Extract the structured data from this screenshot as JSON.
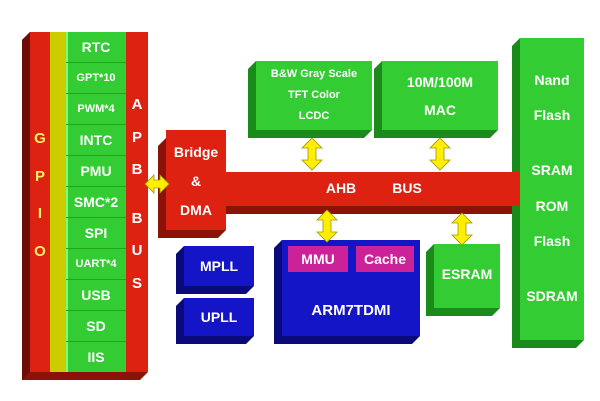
{
  "gpio": {
    "letters": [
      "G",
      "P",
      "I",
      "O"
    ]
  },
  "apb": {
    "letters": [
      "A",
      "P",
      "B",
      "",
      "B",
      "U",
      "S"
    ]
  },
  "peripherals": [
    "RTC",
    "GPT*10",
    "PWM*4",
    "INTC",
    "PMU",
    "SMC*2",
    "SPI",
    "UART*4",
    "USB",
    "SD",
    "IIS"
  ],
  "bridge": {
    "lines": [
      "Bridge",
      "&",
      "DMA"
    ]
  },
  "ahb": {
    "label": "AHB",
    "label2": "BUS"
  },
  "lcdc": {
    "lines": [
      "B&W Gray Scale",
      "TFT Color",
      "LCDC"
    ]
  },
  "mac": {
    "lines": [
      "10M/100M",
      "MAC"
    ]
  },
  "memory": {
    "lines": [
      "Nand",
      "Flash",
      "",
      "SRAM",
      "ROM",
      "Flash",
      "",
      "SDRAM"
    ]
  },
  "mmu": "MMU",
  "cache": "Cache",
  "cpu": "ARM7TDMI",
  "esram": "ESRAM",
  "mpll": "MPLL",
  "upll": "UPLL",
  "colors": {
    "red": "#dd2211",
    "green": "#33cc33",
    "blue": "#1515c8",
    "magenta": "#cc2299",
    "yellow": "#e5e500",
    "olive": "#c8c800",
    "arrow": "#ffee00"
  }
}
